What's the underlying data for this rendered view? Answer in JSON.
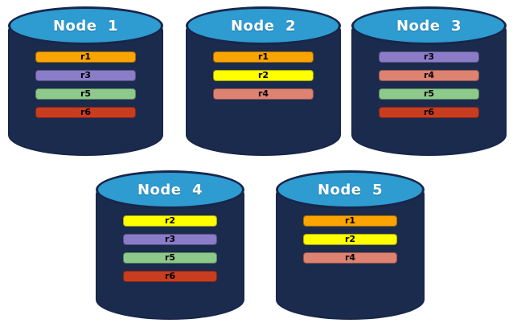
{
  "diagram": {
    "colors": {
      "background": "#FFFFFF",
      "cylinder_body": "#1B2B4E",
      "cylinder_outline": "#17264A",
      "cylinder_top_fill": "#2E9BD1",
      "node_label_text": "#FFFFFF",
      "replica_label_text": "#000000"
    },
    "replica_colors": {
      "r1": "#F9A400",
      "r2": "#FFFF00",
      "r3": "#8B7CC8",
      "r4": "#DE8272",
      "r5": "#8DC98B",
      "r6": "#C83D20"
    },
    "nodes": [
      {
        "label": "Node  1",
        "replicas": [
          "r1",
          "r3",
          "r5",
          "r6"
        ]
      },
      {
        "label": "Node  2",
        "replicas": [
          "r1",
          "r2",
          "r4"
        ]
      },
      {
        "label": "Node  3",
        "replicas": [
          "r3",
          "r4",
          "r5",
          "r6"
        ]
      },
      {
        "label": "Node  4",
        "replicas": [
          "r2",
          "r3",
          "r5",
          "r6"
        ]
      },
      {
        "label": "Node  5",
        "replicas": [
          "r1",
          "r2",
          "r4"
        ]
      }
    ]
  }
}
